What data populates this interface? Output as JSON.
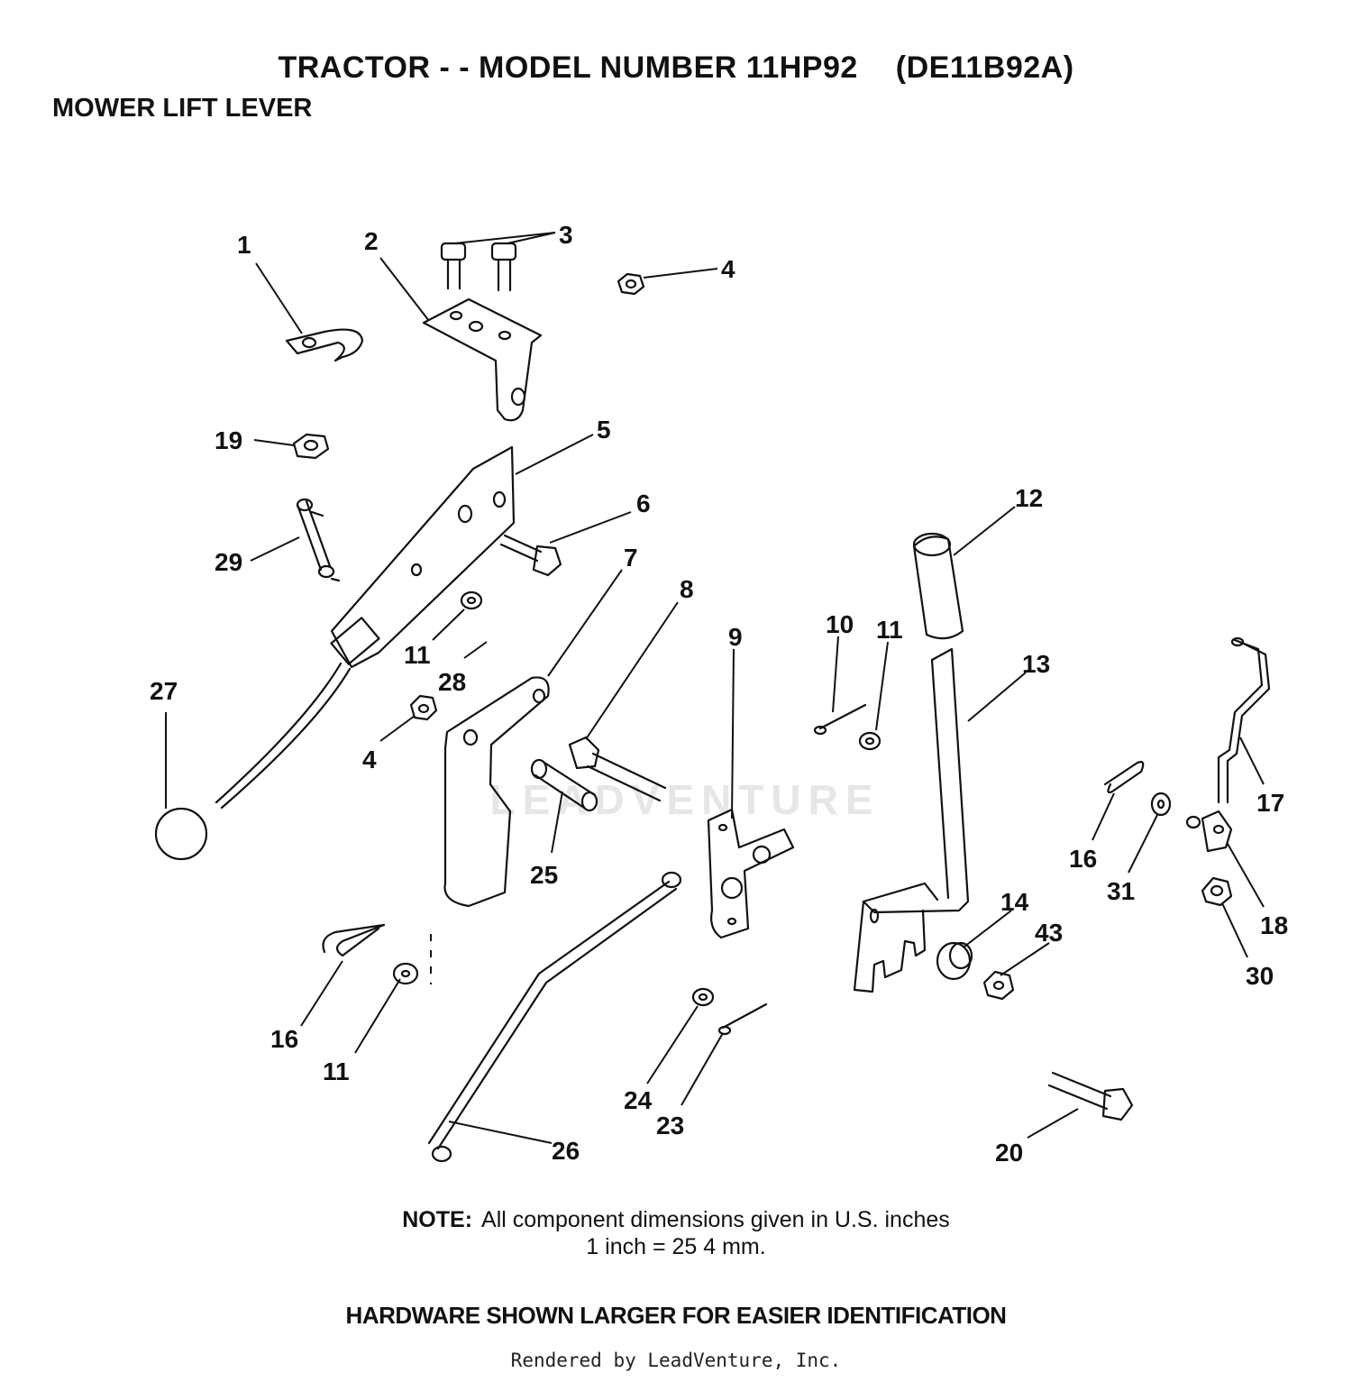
{
  "header": {
    "title": "TRACTOR - - MODEL NUMBER 11HP92",
    "model_code": "(DE11B92A)",
    "subtitle": "MOWER LIFT LEVER"
  },
  "watermark": "LEADVENTURE",
  "callouts": [
    "1",
    "2",
    "3",
    "4",
    "5",
    "6",
    "7",
    "8",
    "9",
    "10",
    "11",
    "12",
    "13",
    "14",
    "16",
    "17",
    "18",
    "19",
    "20",
    "23",
    "24",
    "25",
    "26",
    "27",
    "28",
    "29",
    "30",
    "31",
    "43",
    "4",
    "11",
    "11",
    "16"
  ],
  "note": {
    "label": "NOTE:",
    "text": "All component dimensions given in U.S. inches",
    "conversion": "1 inch = 25 4 mm."
  },
  "footer": {
    "hardware": "HARDWARE SHOWN LARGER FOR EASIER IDENTIFICATION",
    "rendered_by": "Rendered by LeadVenture, Inc."
  }
}
